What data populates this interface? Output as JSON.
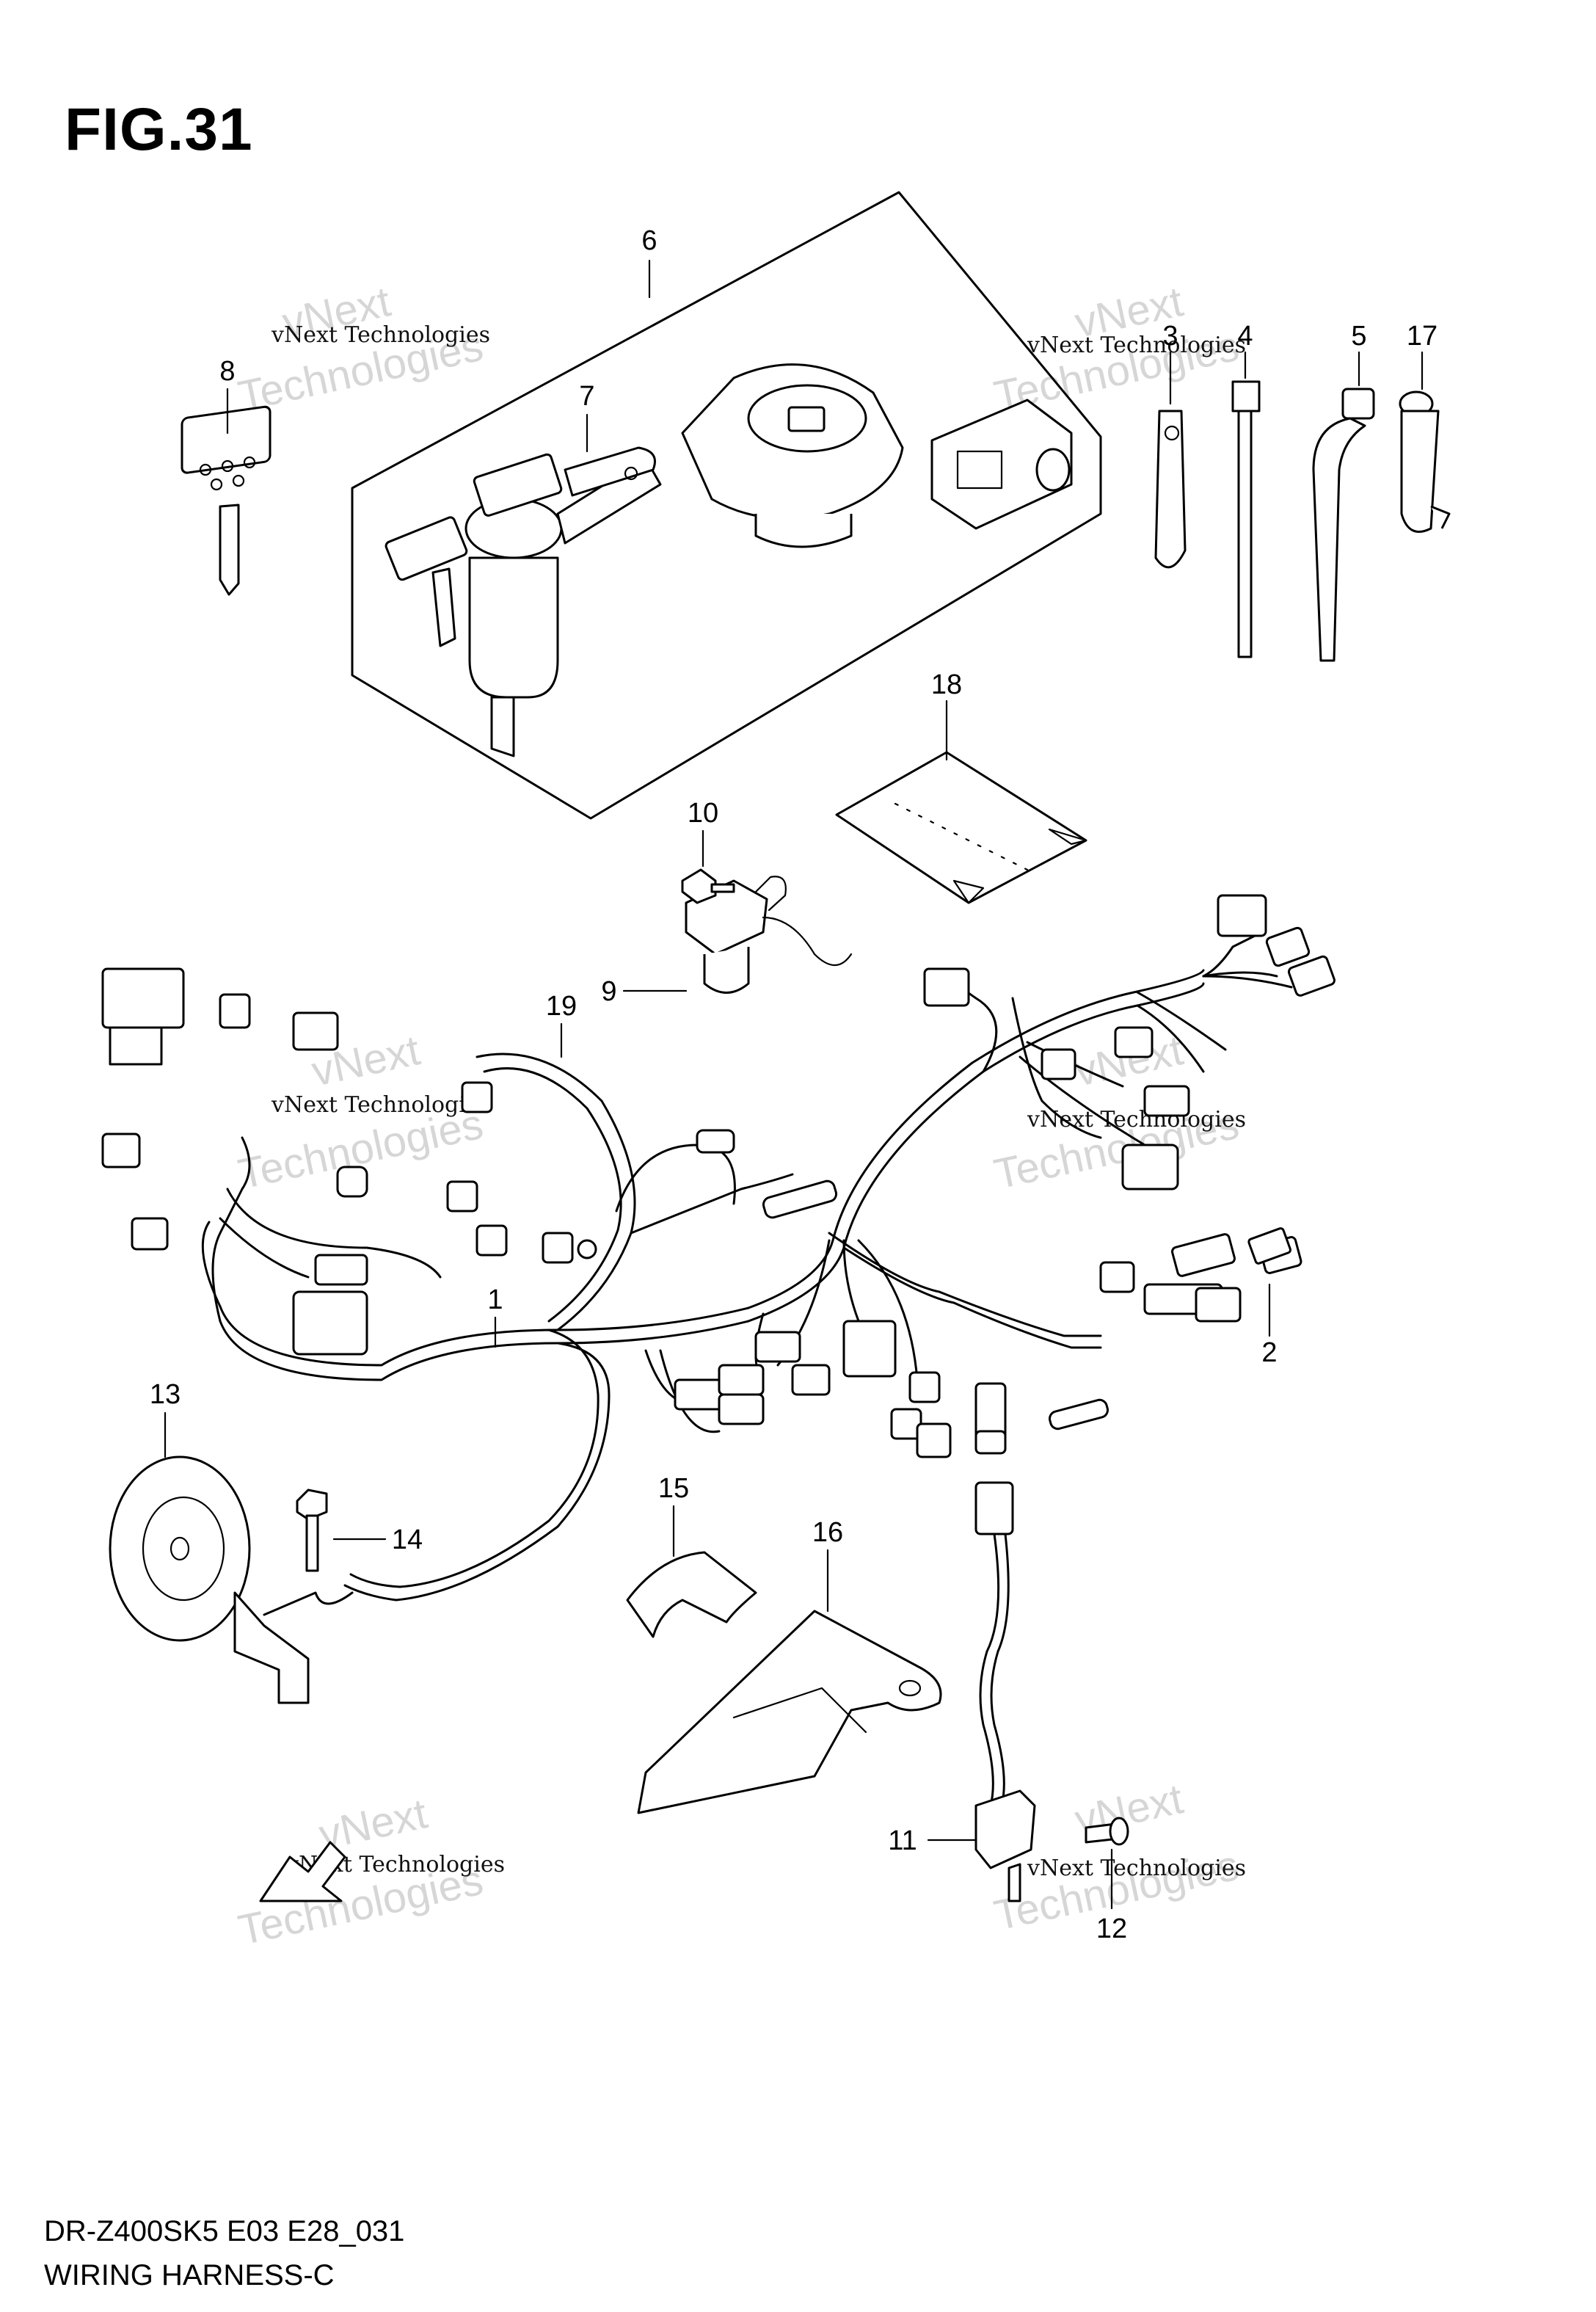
{
  "figure": {
    "title": "FIG.31",
    "footer_code": "DR-Z400SK5  E03  E28_031",
    "footer_name": "WIRING HARNESS-C"
  },
  "callouts": [
    "1",
    "2",
    "3",
    "4",
    "5",
    "6",
    "7",
    "8",
    "9",
    "10",
    "11",
    "12",
    "13",
    "14",
    "15",
    "16",
    "17",
    "18",
    "19"
  ],
  "watermarks": {
    "small": "vNext Technologies",
    "large": "Technologies",
    "large_top": "vNext"
  }
}
